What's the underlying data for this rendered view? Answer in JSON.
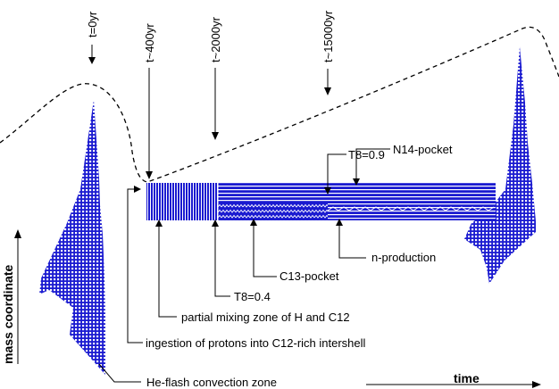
{
  "time_markers": {
    "t0": "t=0yr",
    "t400": "t~400yr",
    "t2000": "t~2000yr",
    "t15000": "t~15000yr"
  },
  "labels": {
    "t8_09": "T8=0.9",
    "n14_pocket": "N14-pocket",
    "n_production": "n-production",
    "c13_pocket": "C13-pocket",
    "t8_04": "T8=0.4",
    "partial_mixing": "partial mixing zone of H and C12",
    "ingestion": "ingestion of protons into C12-rich intershell",
    "he_flash": "He-flash convection zone"
  },
  "axes": {
    "y_label": "mass coordinate",
    "x_label": "time"
  },
  "colors": {
    "fill_blue": "#1a1ad0",
    "stripe_white": "#ffffff",
    "line": "#000000"
  }
}
